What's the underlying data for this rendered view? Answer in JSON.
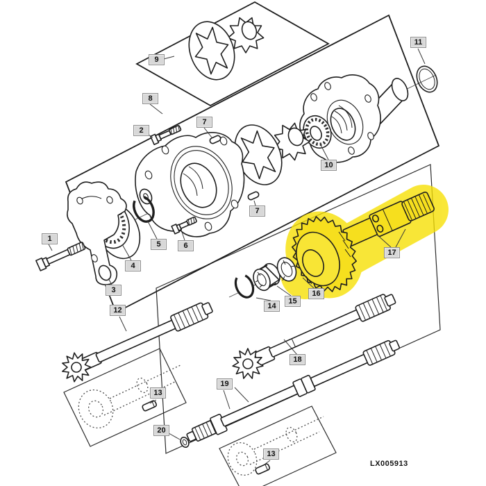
{
  "figure": {
    "type": "exploded-parts-diagram",
    "code": "LX005913",
    "highlighted_parts": [
      "16",
      "17"
    ]
  },
  "colors": {
    "background": "#ffffff",
    "line": "#1d1d1d",
    "highlight": "#f6df1e",
    "highlight_glow": "#f7e000",
    "callout_bg": "#d8d8d8",
    "callout_border": "#8f8f8f"
  },
  "callouts": [
    {
      "id": "c1",
      "label": "1"
    },
    {
      "id": "c2",
      "label": "2"
    },
    {
      "id": "c3",
      "label": "3"
    },
    {
      "id": "c4",
      "label": "4"
    },
    {
      "id": "c5",
      "label": "5"
    },
    {
      "id": "c6",
      "label": "6"
    },
    {
      "id": "c7a",
      "label": "7"
    },
    {
      "id": "c7b",
      "label": "7"
    },
    {
      "id": "c8",
      "label": "8"
    },
    {
      "id": "c9",
      "label": "9"
    },
    {
      "id": "c10",
      "label": "10"
    },
    {
      "id": "c11",
      "label": "11"
    },
    {
      "id": "c12",
      "label": "12"
    },
    {
      "id": "c13a",
      "label": "13"
    },
    {
      "id": "c13b",
      "label": "13"
    },
    {
      "id": "c14",
      "label": "14"
    },
    {
      "id": "c15",
      "label": "15"
    },
    {
      "id": "c16",
      "label": "16"
    },
    {
      "id": "c17",
      "label": "17"
    },
    {
      "id": "c18",
      "label": "18"
    },
    {
      "id": "c19",
      "label": "19"
    },
    {
      "id": "c20",
      "label": "20"
    }
  ]
}
